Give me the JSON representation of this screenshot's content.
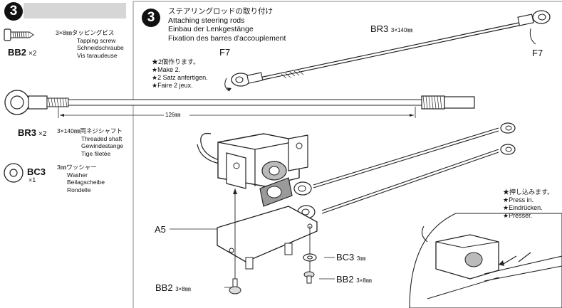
{
  "left_panel": {
    "step_number": "3",
    "parts": [
      {
        "code": "BB2",
        "qty": "×2",
        "spec": "3×8㎜タッピングビス",
        "names": [
          "Tapping screw",
          "Schneidschraube",
          "Vis taraudeuse"
        ]
      },
      {
        "code": "BR3",
        "qty": "×2",
        "spec": "3×140㎜両ネジシャフト",
        "names": [
          "Threaded shaft",
          "Gewindestange",
          "Tige filetée"
        ],
        "dimension": "126㎜"
      },
      {
        "code": "BC3",
        "qty": "×1",
        "spec": "3㎜ワッシャー",
        "names": [
          "Washer",
          "Beilagscheibe",
          "Rondelle"
        ]
      }
    ]
  },
  "main_panel": {
    "step_number": "3",
    "title_ja": "ステアリングロッドの取り付け",
    "title_en": "Attaching steering rods",
    "title_de": "Einbau der Lenkgestänge",
    "title_fr": "Fixation des barres d'accouplement",
    "make_note": [
      "★2個作ります。",
      "★Make 2.",
      "★2 Satz anfertigen.",
      "★Faire 2 jeux."
    ],
    "press_note": [
      "★押し込みます。",
      "★Press in.",
      "★Eindrücken.",
      "★Presser."
    ],
    "callouts": {
      "f7_left": "F7",
      "f7_right": "F7",
      "br3": "BR3",
      "br3_size": "3×140㎜",
      "a5": "A5",
      "bc3": "BC3",
      "bc3_size": "3㎜",
      "bb2_right": "BB2",
      "bb2_right_size": "3×8㎜",
      "bb2_left": "BB2",
      "bb2_left_size": "3×8㎜"
    }
  }
}
